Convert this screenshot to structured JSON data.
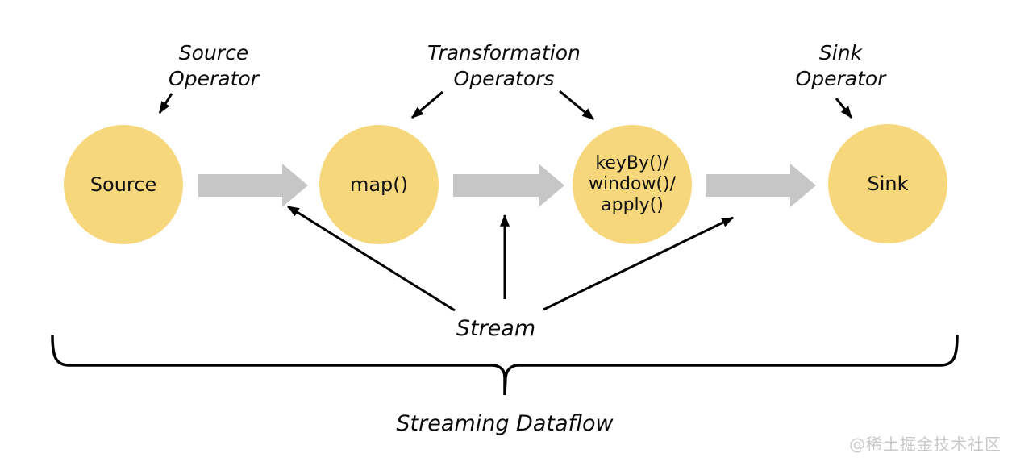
{
  "nodes": {
    "source": {
      "label": "Source"
    },
    "map": {
      "label": "map()"
    },
    "keyby": {
      "line1": "keyBy()/",
      "line2": "window()/",
      "line3": "apply()"
    },
    "sink": {
      "label": "Sink"
    }
  },
  "operator_labels": {
    "source": {
      "line1": "Source",
      "line2": "Operator"
    },
    "transformation": {
      "line1": "Transformation",
      "line2": "Operators"
    },
    "sink": {
      "line1": "Sink",
      "line2": "Operator"
    }
  },
  "stream_label": "Stream",
  "dataflow_label": "Streaming Dataflow",
  "watermark": "@稀土掘金技术社区",
  "colors": {
    "node_fill": "#f7d77c",
    "flow_arrow": "#c6c6c6",
    "line": "#000000",
    "watermark": "#c9c9c9"
  }
}
